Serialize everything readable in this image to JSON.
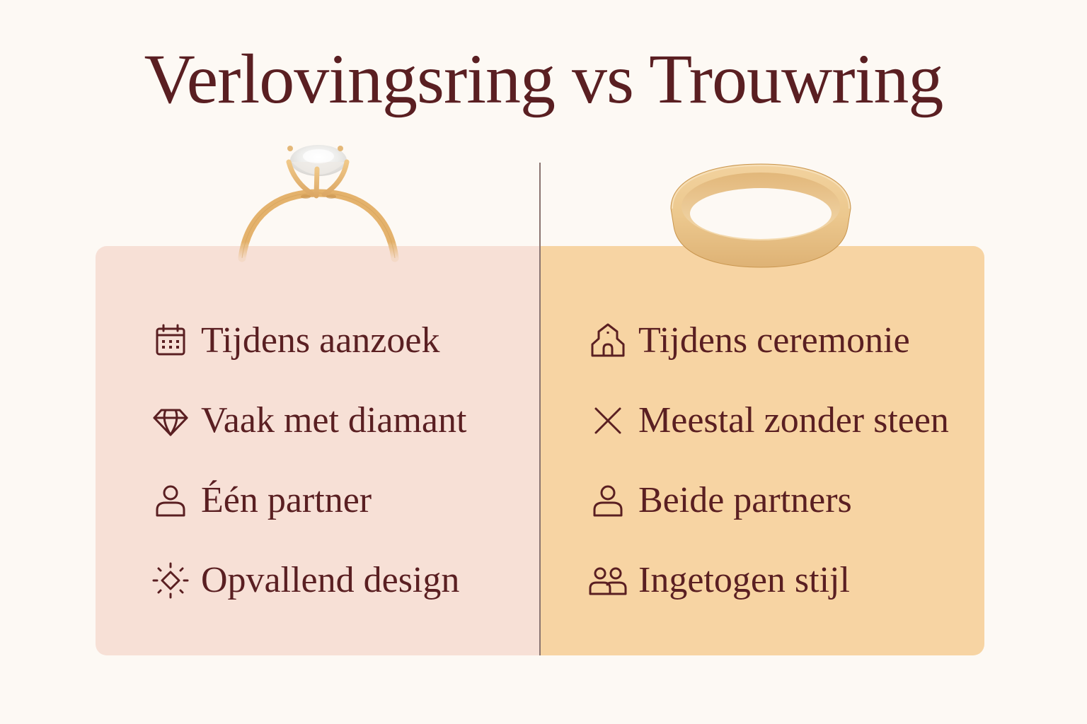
{
  "title": "Verlovingsring vs Trouwring",
  "colors": {
    "background": "#fdf9f4",
    "text": "#5a1f22",
    "left_panel": "#f7e0d6",
    "right_panel": "#f7d4a3",
    "divider": "#8a7470",
    "gold": "#e6b877"
  },
  "left": {
    "heading_image": "engagement-ring-with-diamond",
    "items": [
      {
        "icon": "calendar-icon",
        "label": "Tijdens aanzoek"
      },
      {
        "icon": "diamond-icon",
        "label": "Vaak met diamant"
      },
      {
        "icon": "person-icon",
        "label": "Één partner"
      },
      {
        "icon": "sparkle-diamond-icon",
        "label": "Opvallend design"
      }
    ]
  },
  "right": {
    "heading_image": "plain-wedding-band",
    "items": [
      {
        "icon": "chapel-icon",
        "label": "Tijdens ceremonie"
      },
      {
        "icon": "x-icon",
        "label": "Meestal zonder steen"
      },
      {
        "icon": "person-icon",
        "label": "Beide partners"
      },
      {
        "icon": "two-people-icon",
        "label": "Ingetogen stijl"
      }
    ]
  }
}
